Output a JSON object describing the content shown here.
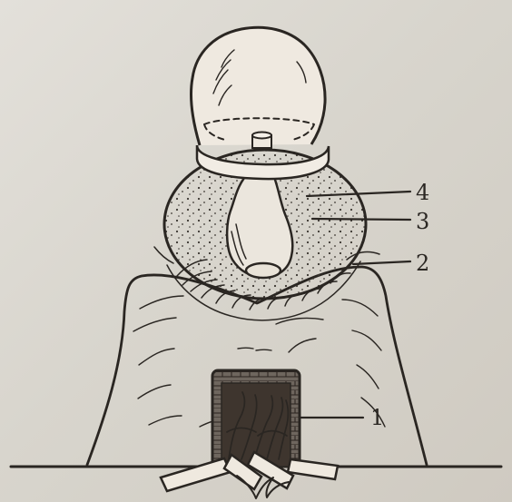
{
  "labels": {
    "one": "1",
    "two": "2",
    "three": "3",
    "four": "4"
  },
  "colors": {
    "paper": "#dcd8d0",
    "ink": "#2a2622"
  }
}
